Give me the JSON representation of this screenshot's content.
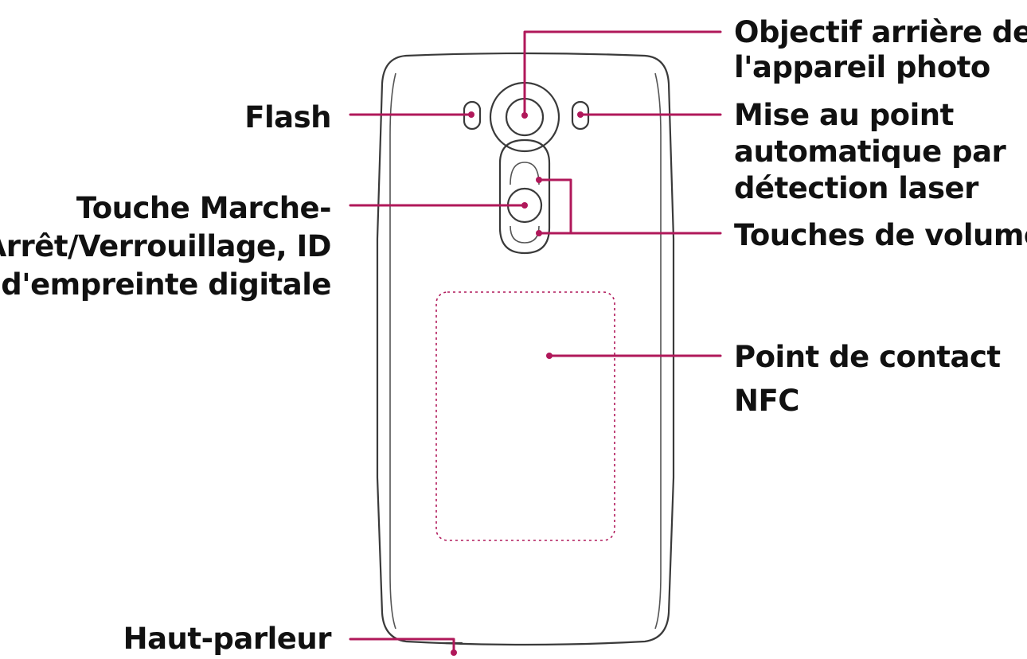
{
  "colors": {
    "accent": "#b0185a",
    "outline": "#3a3a3a",
    "text": "#111111"
  },
  "labels": {
    "rear_camera_line1": "Objectif arrière de",
    "rear_camera_line2": "l'appareil photo",
    "flash": "Flash",
    "laser_af_line1": "Mise au point",
    "laser_af_line2": "automatique par",
    "laser_af_line3": "détection laser",
    "power_key_line1": "Touche Marche-",
    "power_key_line2": "Arrêt/Verrouillage, ID",
    "power_key_line3": "d'empreinte digitale",
    "volume_keys": "Touches de volume",
    "nfc_line1": "Point de contact",
    "nfc_line2": "NFC",
    "speaker": "Haut-parleur"
  }
}
